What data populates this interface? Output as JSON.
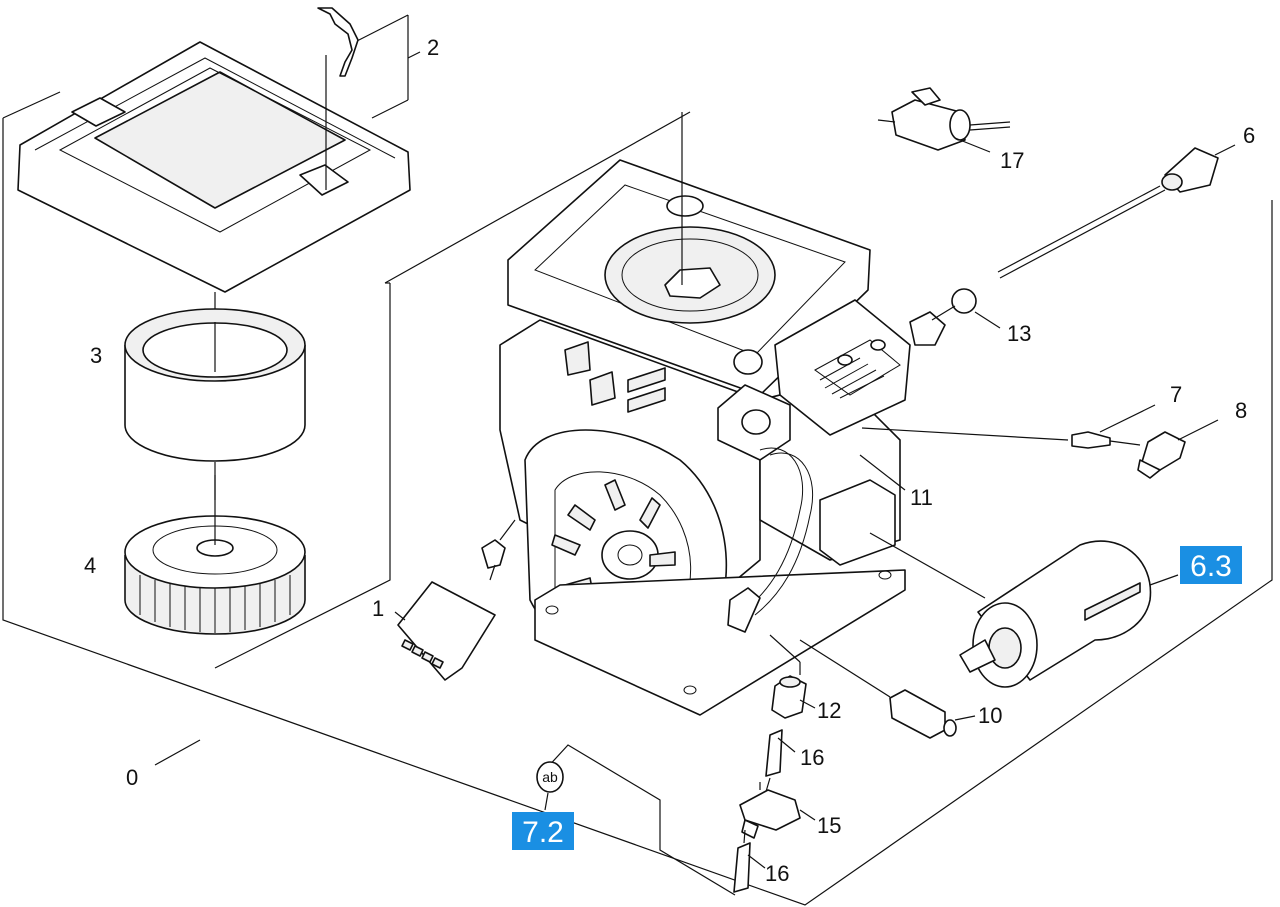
{
  "callouts": {
    "c0": "0",
    "c1": "1",
    "c2": "2",
    "c3": "3",
    "c4": "4",
    "c6": "6",
    "c7": "7",
    "c8": "8",
    "c10": "10",
    "c11": "11",
    "c12": "12",
    "c13": "13",
    "c15": "15",
    "c16a": "16",
    "c16b": "16",
    "c17": "17"
  },
  "references": {
    "ref_6_3": "6.3",
    "ref_7_2": "7.2"
  },
  "symbol": {
    "ab": "ab"
  },
  "colors": {
    "reference_box": "#1a8fe3",
    "line": "#111111",
    "background": "#ffffff"
  }
}
